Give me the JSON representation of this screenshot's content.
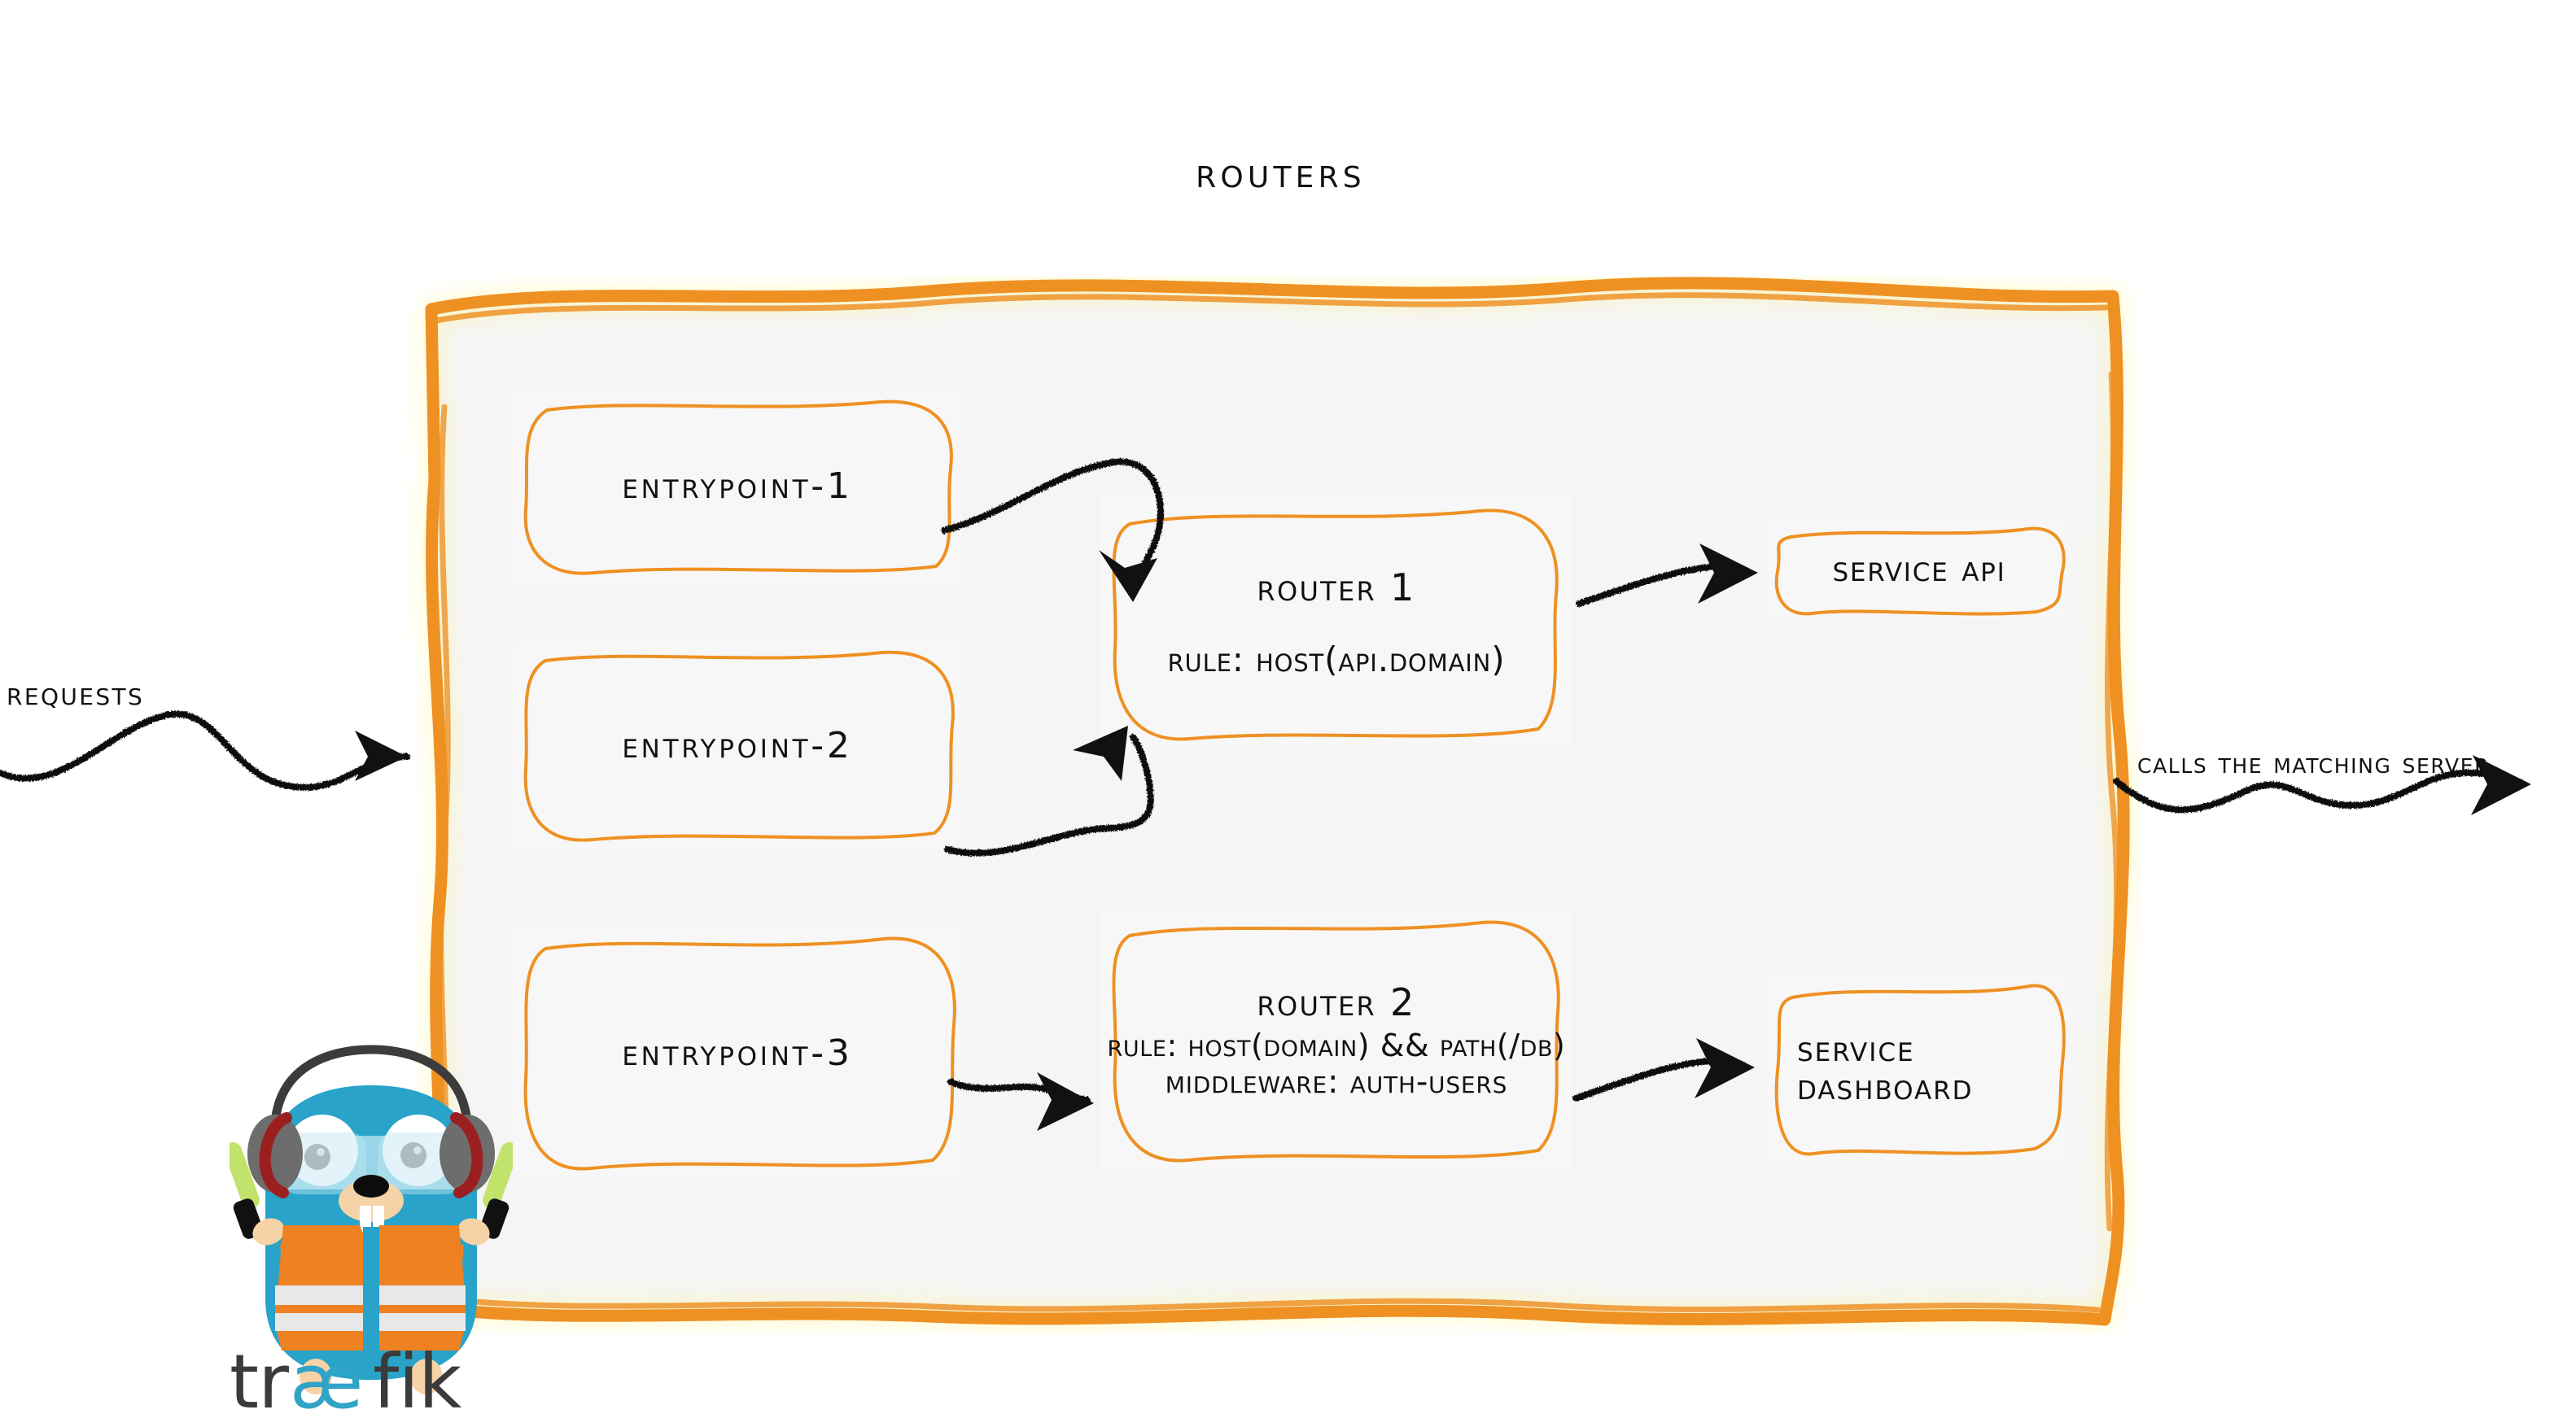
{
  "diagram": {
    "title": "Routers",
    "type": "traefik-routing-architecture",
    "background_color": "#ffffff",
    "accent_color": "#ee9122",
    "panel_fill_color": "#f5f5f5",
    "ink_color": "#111111"
  },
  "external_labels": {
    "left": "Requests",
    "right": "Calls the matching server"
  },
  "entrypoints": [
    {
      "id": "entrypoint-1",
      "label": "entrypoint-1"
    },
    {
      "id": "entrypoint-2",
      "label": "entrypoint-2"
    },
    {
      "id": "entrypoint-3",
      "label": "entrypoint-3"
    }
  ],
  "routers": [
    {
      "id": "router-1",
      "title": "Router 1",
      "rule": "rule: Host(api.domain)",
      "middleware": null
    },
    {
      "id": "router-2",
      "title": "Router 2",
      "rule": "rule: Host(domain) && Path(/db)",
      "middleware": "Middleware: auth-users"
    }
  ],
  "services": [
    {
      "id": "service-api",
      "label": "Service API",
      "lines": [
        "Service API"
      ]
    },
    {
      "id": "service-dashboard",
      "label": "Service Dashboard",
      "line1": "Service",
      "line2": "Dashboard"
    }
  ],
  "connections": [
    {
      "from": "entrypoint-1",
      "to": "router-1",
      "style": "wavy-arrow"
    },
    {
      "from": "entrypoint-2",
      "to": "router-1",
      "style": "wavy-arrow"
    },
    {
      "from": "entrypoint-3",
      "to": "router-2",
      "style": "wavy-arrow"
    },
    {
      "from": "router-1",
      "to": "service-api",
      "style": "wavy-arrow"
    },
    {
      "from": "router-2",
      "to": "service-dashboard",
      "style": "wavy-arrow"
    },
    {
      "from": "requests",
      "to": "routers-panel",
      "style": "wavy-arrow"
    },
    {
      "from": "routers-panel",
      "to": "matching-server",
      "style": "wavy-arrow"
    }
  ],
  "logo": {
    "wordmark": "træfik",
    "wordmark_dark": "#3b3b3b",
    "wordmark_accent": "#30a3c6",
    "mascot": "traefik-gopher-mascot",
    "mascot_body_color": "#29a3c9",
    "mascot_vest_color": "#ee8122",
    "mascot_glowstick_color": "#c2e36b"
  }
}
